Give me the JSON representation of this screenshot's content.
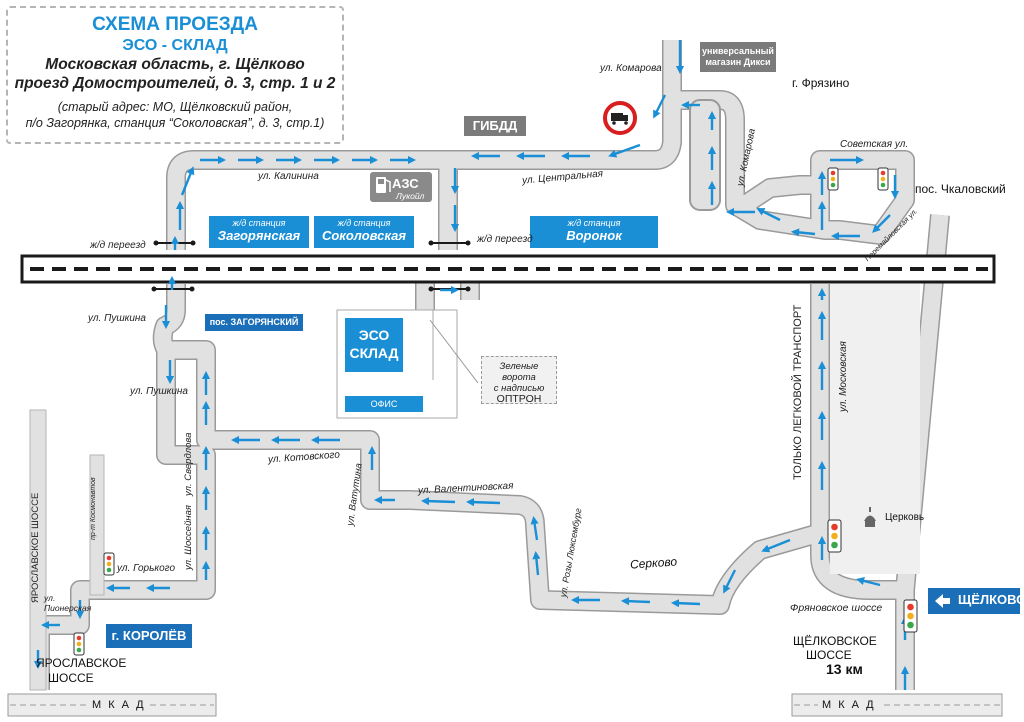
{
  "header": {
    "title": "СХЕМА ПРОЕЗДА",
    "subtitle": "ЭСО - СКЛАД",
    "address_line1": "Московская область, г. Щёлково",
    "address_line2": "проезд Домостроителей, д. 3, стр. 1 и 2",
    "old_address_line1": "(старый адрес: МО, Щёлковский район,",
    "old_address_line2": "п/о Загорянка, станция “Соколовская”, д. 3, стр.1)"
  },
  "landmarks": {
    "gibdd": "ГИБДД",
    "dixie_line1": "универсальный",
    "dixie_line2": "магазин Дикси",
    "fryazino": "г. Фрязино",
    "chkalovsky": "пос. Чкаловский",
    "azs_line1": "АЗС",
    "azs_line2": "Лукойл",
    "zagoryansky": "пос. ЗАГОРЯНСКИЙ",
    "warehouse_line1": "ЭСО",
    "warehouse_line2": "СКЛАД",
    "office": "ОФИС",
    "gate_line1": "Зеленые ворота",
    "gate_line2": "с надписью",
    "gate_line3": "ОПТРОН",
    "church": "Церковь",
    "korolev": "г. КОРОЛЁВ",
    "shchelkovo": "ЩЁЛКОВО",
    "serkovo": "Серково",
    "only_cars": "ТОЛЬКО ЛЕГКОВОЙ ТРАНСПОРТ",
    "mkad": "М К А Д"
  },
  "stations": [
    {
      "small": "ж/д станция",
      "big": "Загорянская"
    },
    {
      "small": "ж/д станция",
      "big": "Соколовская"
    },
    {
      "small": "ж/д станция",
      "big": "Воронок"
    }
  ],
  "streets": {
    "komarova": "ул. Комарова",
    "komarova_v": "ул. Комарова",
    "kalinina": "ул. Калинина",
    "tsentralnaya": "ул. Центральная",
    "sovetskaya": "Советская ул.",
    "peremaylovskaya": "Перемайловская ул.",
    "crossing_left": "ж/д переезд",
    "crossing_right": "ж/д переезд",
    "pushkina1": "ул. Пушкина",
    "pushkina2": "ул. Пушкина",
    "sverdlova": "ул. Свердлова",
    "shosseynaya": "ул. Шоссейная",
    "kotovskogo": "ул. Котовского",
    "vatutina": "ул. Ватутина",
    "valentinovskaya": "ул. Валентиновская",
    "rozy": "ул. Розы Люксембург",
    "moskovskaya": "ул. Московская",
    "fryanovskoe": "Фряновское шоссе",
    "yaroslavskoe_v": "ЯРОСЛАВСКОЕ ШОССЕ",
    "kosmonavtov": "пр-т Космонавтов",
    "gorkogo": "ул. Горького",
    "pionerskaya_line1": "ул.",
    "pionerskaya_line2": "Пионерская",
    "yaroslavskoe_line1": "ЯРОСЛАВСКОЕ",
    "yaroslavskoe_line2": "ШОССЕ",
    "shchelkovskoe_line1": "ЩЁЛКОВСКОЕ",
    "shchelkovskoe_line2": "ШОССЕ",
    "km": "13 км"
  },
  "colors": {
    "route": "#1a8fd6",
    "road": "#d9d9d9",
    "road_edge": "#9a9a9a",
    "rail": "#1a1a1a",
    "label_box": "#1a6fb8",
    "gibdd_box": "#7b7b7b"
  }
}
